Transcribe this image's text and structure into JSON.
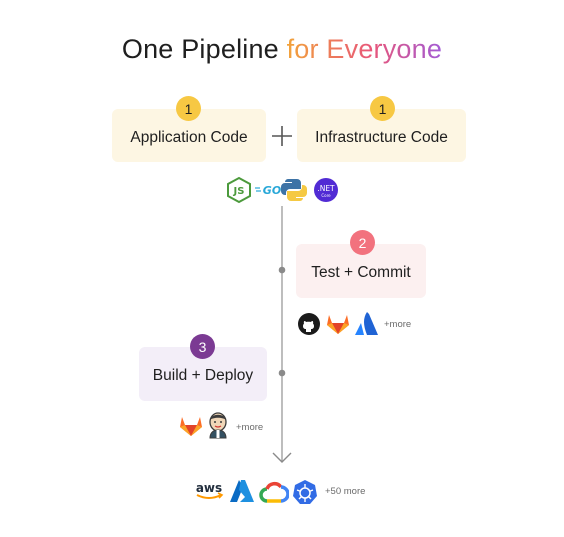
{
  "header": {
    "title_part1": "One Pipeline ",
    "title_part2": "for Everyone"
  },
  "steps": {
    "app_code": {
      "badge": "1",
      "label": "Application Code"
    },
    "infra_code": {
      "badge": "1",
      "label": "Infrastructure Code"
    },
    "test_commit": {
      "badge": "2",
      "label": "Test + Commit"
    },
    "build_deploy": {
      "badge": "3",
      "label": "Build + Deploy"
    }
  },
  "logos": {
    "languages": [
      "nodejs-icon",
      "go-icon",
      "python-icon",
      "dotnet-icon"
    ],
    "languages_text": {
      "js": "JS",
      "go": "GO",
      "net": ".NET",
      "core": "Core"
    },
    "vcs": [
      "github-icon",
      "gitlab-icon",
      "atlassian-icon"
    ],
    "vcs_more": "+more",
    "ci": [
      "gitlab-icon",
      "jenkins-icon"
    ],
    "ci_more": "+more",
    "cloud": [
      "aws-icon",
      "azure-icon",
      "google-cloud-icon",
      "kubernetes-icon"
    ],
    "cloud_text": {
      "aws": "aws"
    },
    "cloud_more": "+50 more"
  },
  "colors": {
    "yellow_box": "#fdf6e3",
    "yellow_badge": "#f7c843",
    "pink_box": "#fcf0f0",
    "pink_badge": "#f2727e",
    "purple_box": "#f3eef8",
    "purple_badge": "#7b3a93"
  }
}
